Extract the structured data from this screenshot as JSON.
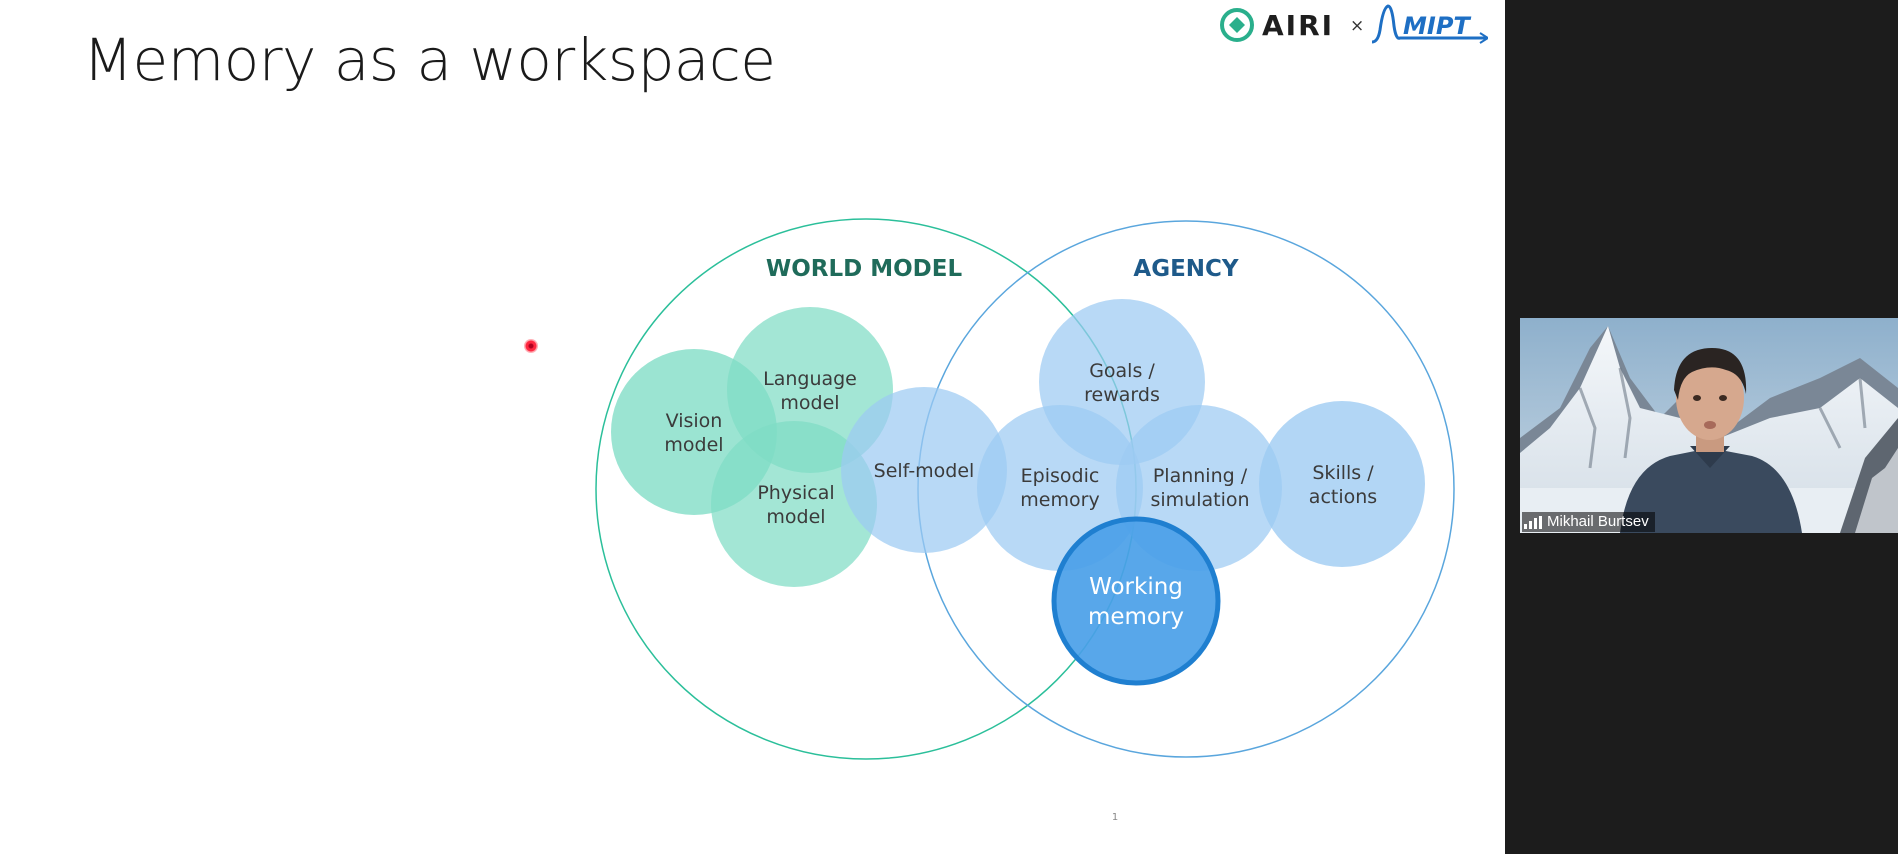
{
  "slide": {
    "title": "Memory as a workspace",
    "page_number": "1",
    "logo": {
      "brand_left": "AIRI",
      "separator": "×",
      "brand_right": "MIPT"
    }
  },
  "diagram": {
    "world_model": {
      "label": "WORLD MODEL",
      "items": {
        "vision": [
          "Vision",
          "model"
        ],
        "language": [
          "Language",
          "model"
        ],
        "physical": [
          "Physical",
          "model"
        ]
      }
    },
    "agency": {
      "label": "AGENCY",
      "items": {
        "goals": [
          "Goals /",
          "rewards"
        ],
        "episodic": [
          "Episodic",
          "memory"
        ],
        "planning": [
          "Planning /",
          "simulation"
        ],
        "skills": [
          "Skills /",
          "actions"
        ]
      }
    },
    "shared": {
      "self_model": "Self-model",
      "working_memory": [
        "Working",
        "memory"
      ]
    }
  },
  "video": {
    "participant_name": "Mikhail Burtsev"
  },
  "colors": {
    "world_green": "#2bbf9a",
    "world_green_fill": "#7fdcc5",
    "agency_blue": "#5aa6dd",
    "agency_blue_fill": "#9ccbf2",
    "working_memory": "#4aa0e8",
    "working_memory_stroke": "#1f7fd0",
    "world_label": "#1f6b5a",
    "agency_label": "#1e5a8a",
    "logo_teal": "#2aaf8c",
    "logo_blue": "#1e6fc4"
  }
}
